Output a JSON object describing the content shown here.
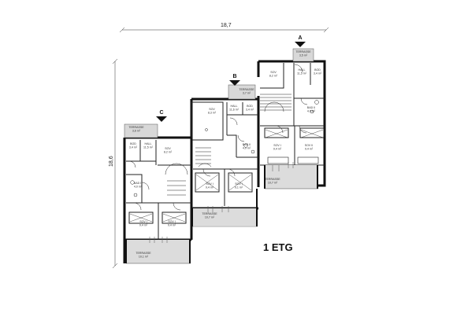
{
  "dimensions": {
    "width": "18,7",
    "height": "18,6"
  },
  "floor_label": "1 ETG",
  "entrances": {
    "a": "A",
    "b": "B",
    "c": "C"
  },
  "rooms": {
    "a_terrasse_top": {
      "name": "TERRASSE",
      "area": "3,5 m²"
    },
    "a_sov1": {
      "name": "SOV",
      "area": "8,2 m²"
    },
    "a_hall": {
      "name": "HALL",
      "area": "11,5 m²"
    },
    "a_bod": {
      "name": "BOD",
      "area": "3,4 m²"
    },
    "a_bad": {
      "name": "BAD II",
      "area": "4,0 m²"
    },
    "a_sov2": {
      "name": "SOV I",
      "area": "9,4 m²"
    },
    "a_sov3": {
      "name": "SOV II",
      "area": "9,4 m²"
    },
    "a_terrasse_bottom": {
      "name": "TERRASSE",
      "area": "10,7 m²"
    },
    "b_terrasse_top": {
      "name": "TERRASSE",
      "area": "3,7 m²"
    },
    "b_sov1": {
      "name": "SOV",
      "area": "8,3 m²"
    },
    "b_hall": {
      "name": "HALL",
      "area": "11,6 m²"
    },
    "b_bod": {
      "name": "BOD",
      "area": "3,4 m²"
    },
    "b_bad": {
      "name": "BAD II",
      "area": "4,0 m²"
    },
    "b_sov2": {
      "name": "SOV I",
      "area": "9,4 m²"
    },
    "b_sov3": {
      "name": "SOV I",
      "area": "9,1 m²"
    },
    "b_terrasse_bottom": {
      "name": "TERRASSE",
      "area": "10,7 m²"
    },
    "c_terrasse_top": {
      "name": "TERRASSE",
      "area": "3,6 m²"
    },
    "c_bod": {
      "name": "BOD",
      "area": "3,4 m²"
    },
    "c_hall": {
      "name": "HALL",
      "area": "11,5 m²"
    },
    "c_sov1": {
      "name": "SOV",
      "area": "8,2 m²"
    },
    "c_bad": {
      "name": "BAD II",
      "area": "4,0 m²"
    },
    "c_sov2": {
      "name": "SOV I",
      "area": "9,4 m²"
    },
    "c_sov3": {
      "name": "SOV I",
      "area": "9,4 m²"
    },
    "c_terrasse_bottom": {
      "name": "TERRASSE",
      "area": "10,1 m²"
    }
  }
}
